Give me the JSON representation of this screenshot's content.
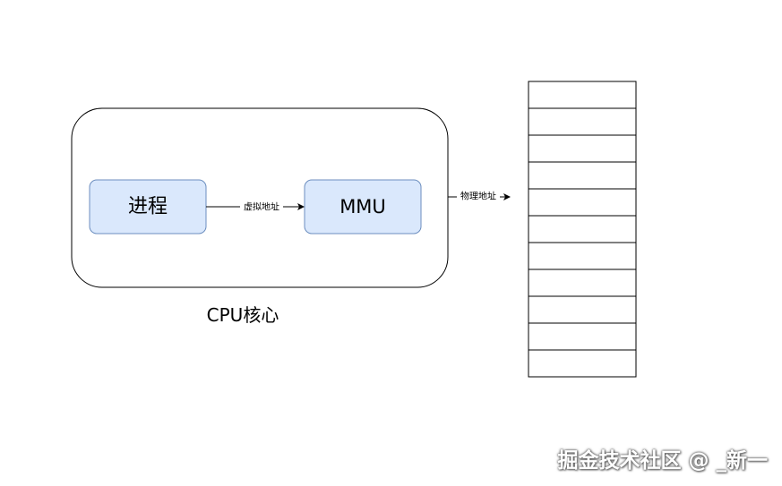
{
  "nodes": {
    "process": {
      "label": "进程"
    },
    "mmu": {
      "label": "MMU"
    },
    "cpu_core": {
      "label": "CPU核心"
    }
  },
  "edges": {
    "process_to_mmu": {
      "label": "虚拟地址"
    },
    "mmu_to_memory": {
      "label": "物理地址"
    }
  },
  "memory": {
    "cell_count": 11
  },
  "watermark": {
    "text": "掘金技术社区 @ _新一"
  },
  "colors": {
    "node_fill": "#dae8fc",
    "node_stroke": "#6c8ebf",
    "line": "#000000",
    "background": "#ffffff"
  }
}
